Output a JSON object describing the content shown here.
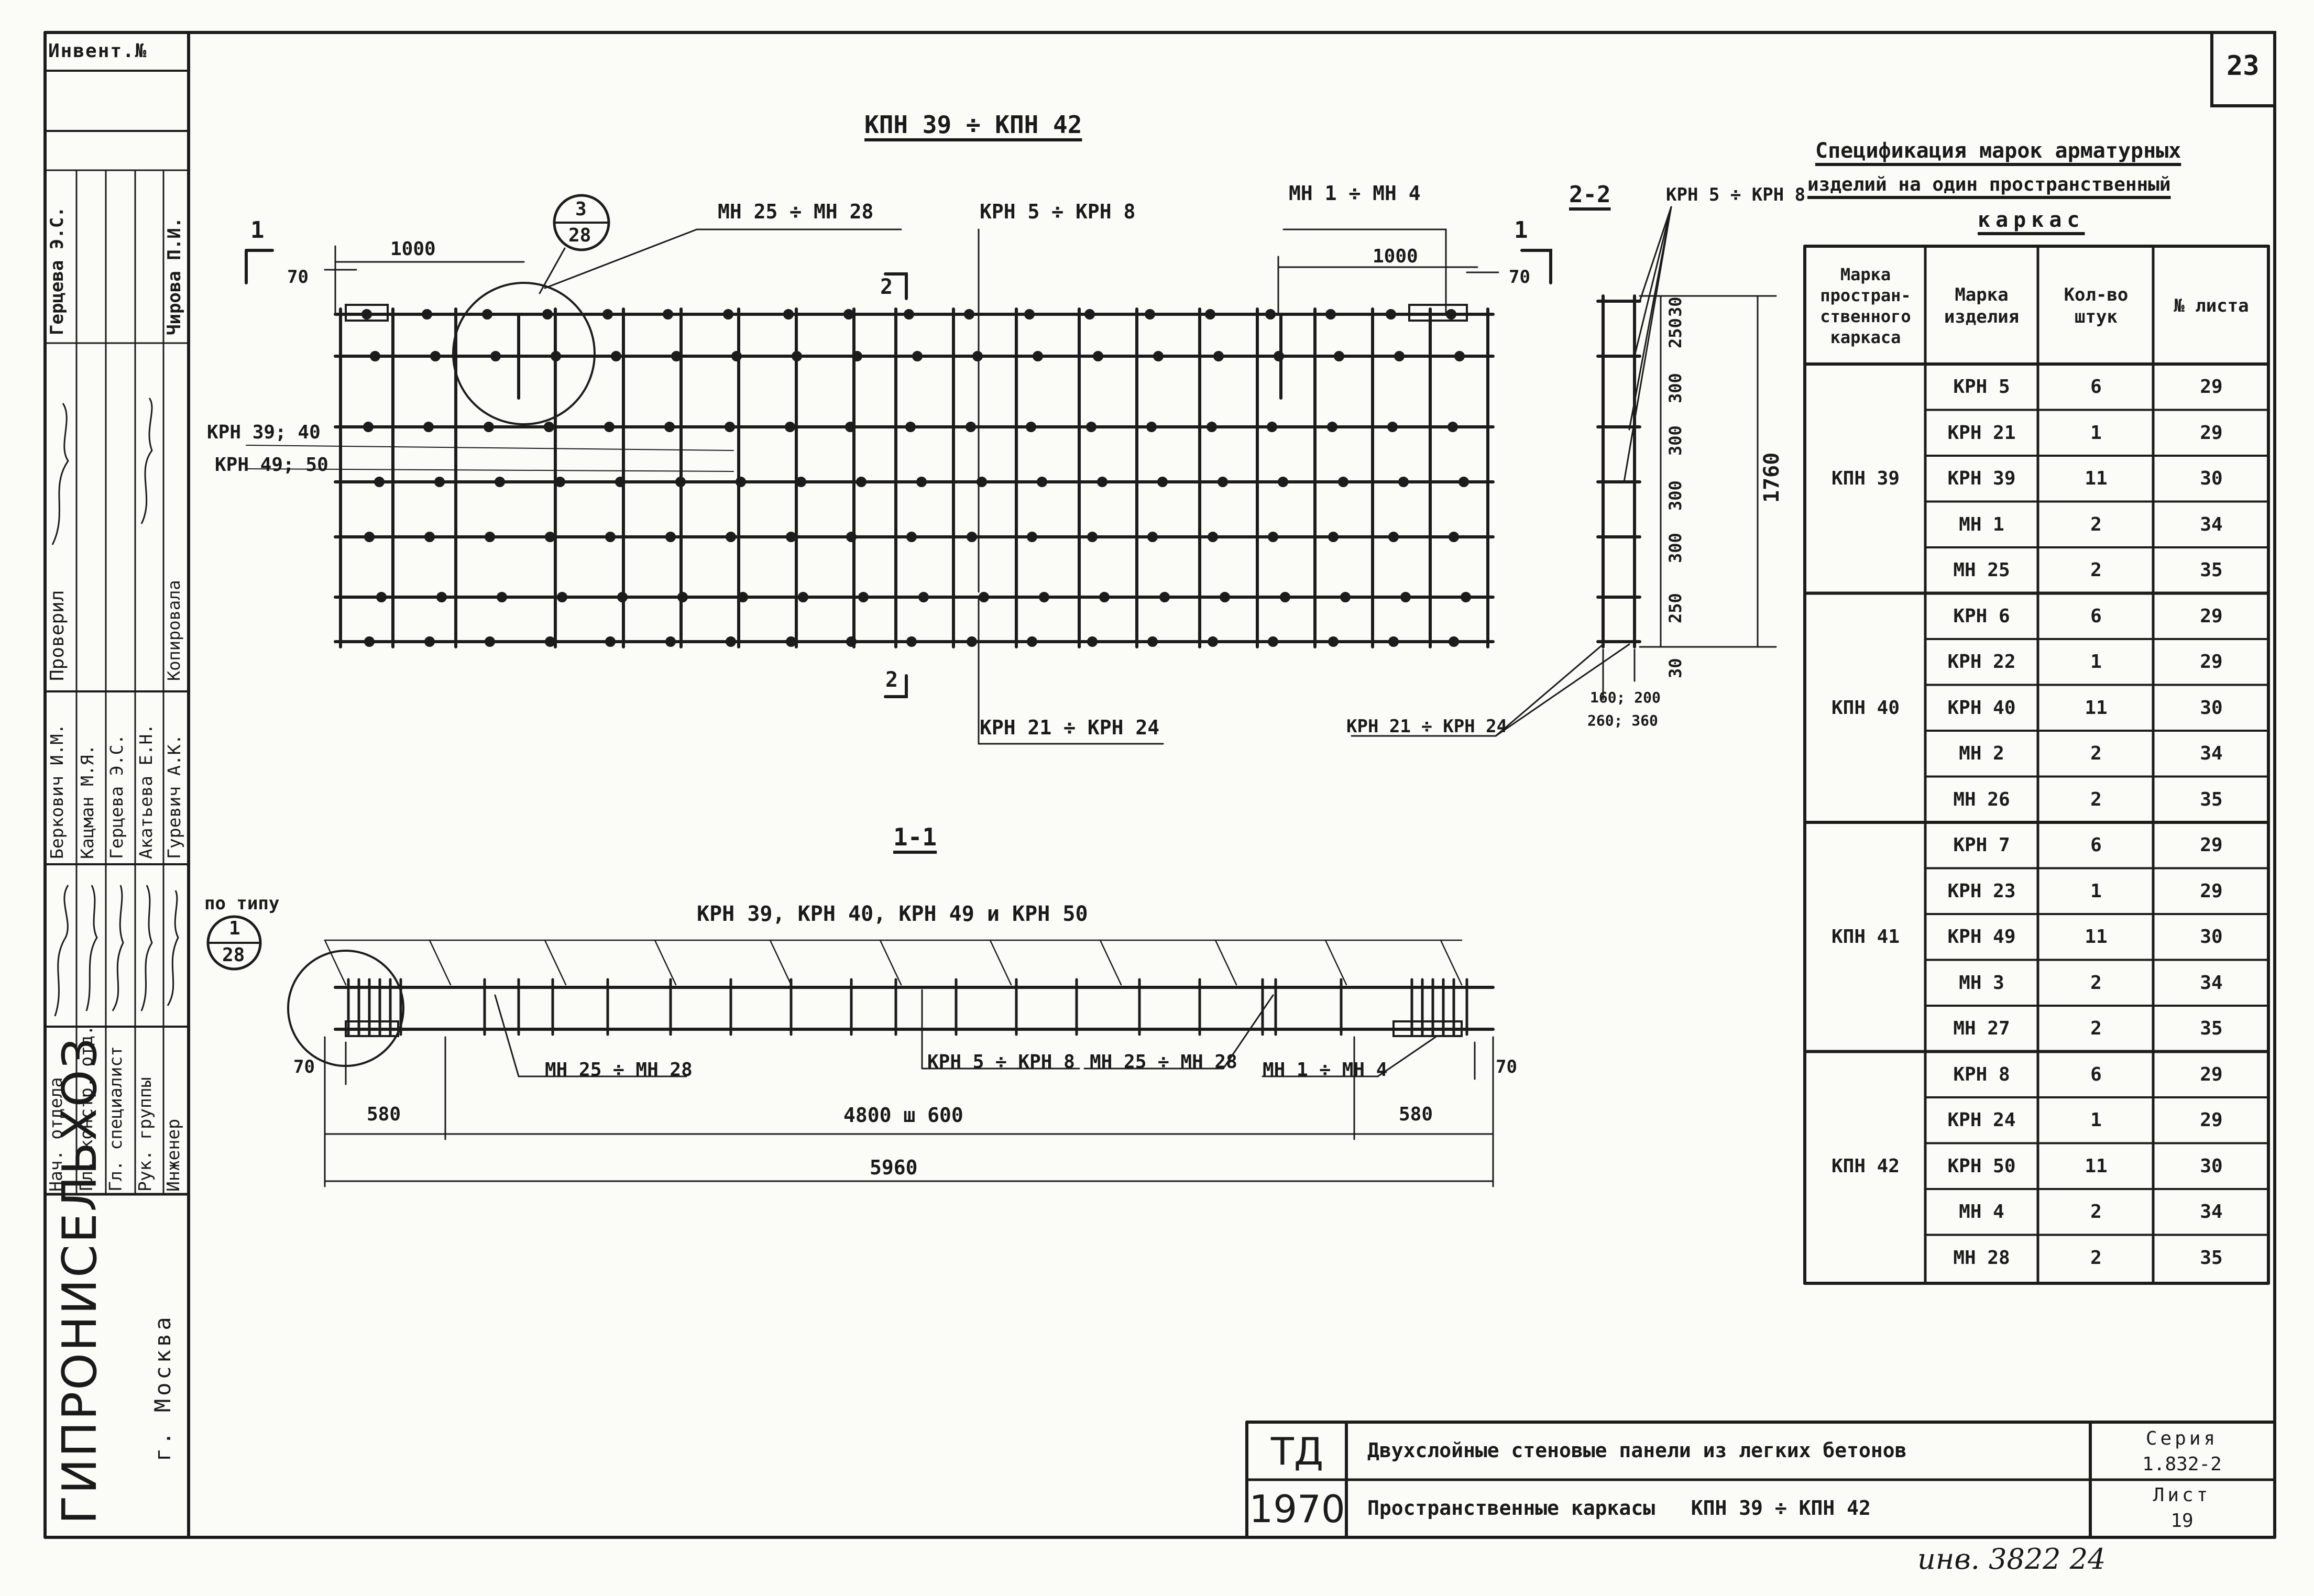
{
  "sheet_number": "23",
  "left_strip": {
    "inv_label": "Инвент.№",
    "roles": [
      "Нач. отдела",
      "Гл. констр. отд.",
      "Гл. специалист",
      "Рук. группы",
      "Инженер"
    ],
    "names": [
      "Беркович И.М.",
      "Кацман М.Я.",
      "Герцева Э.С.",
      "Акатьева Е.Н.",
      "Гуревич А.К."
    ],
    "checked_label": "Проверил",
    "copied_label": "Копировала",
    "checker1": "Герцева Э.С.",
    "checker2": "Чирова П.И.",
    "org": "ГИПРОНИСЕЛЬХОЗ",
    "city": "г. Москва"
  },
  "plan": {
    "title": "КПН 39 ÷ КПН 42",
    "callout_top": "МН 25 ÷ МН 28",
    "callout_mid": "КРН 5 ÷ КРН 8",
    "callout_right": "МН 1 ÷ МН 4",
    "callout_bottom": "КРН 21 ÷ КРН 24",
    "left_label1": "КРН 39; 40",
    "left_label2": "КРН 49; 50",
    "dim_left": "1000",
    "dim_right": "1000",
    "dim_70": "70",
    "bubble_num": "3",
    "bubble_den": "28",
    "sec1": "1",
    "sec2": "2"
  },
  "section22": {
    "title": "2-2",
    "top_label": "КРН 5 ÷ КРН 8",
    "bottom_label": "КРН 21 ÷ КРН 24",
    "dims": [
      "30",
      "250",
      "300",
      "300",
      "300",
      "300",
      "250",
      "30"
    ],
    "total": "1760",
    "width1": "160; 200",
    "width2": "260; 360"
  },
  "section11": {
    "title": "1-1",
    "top_label": "КРН 39, КРН 40, КРН 49 и КРН 50",
    "type_label": "по типу",
    "bubble_num": "1",
    "bubble_den": "28",
    "lbl_mn_a": "МН 25 ÷ МН 28",
    "lbl_krn": "КРН 5 ÷ КРН 8",
    "lbl_mn_b": "МН 25 ÷ МН 28",
    "lbl_mn_c": "МН 1 ÷ МН 4",
    "dim_70a": "70",
    "dim_70b": "70",
    "dim_580a": "580",
    "dim_mid": "4800 ш 600",
    "dim_580b": "580",
    "dim_total": "5960"
  },
  "spec": {
    "title1": "Спецификация марок арматурных",
    "title2": "изделий на один пространственный",
    "title3": "каркас",
    "headers": [
      "Марка простран-ственного каркаса",
      "Марка изделия",
      "Кол-во штук",
      "№ листа"
    ],
    "groups": [
      {
        "frame": "КПН 39",
        "rows": [
          [
            "КРН 5",
            "6",
            "29"
          ],
          [
            "КРН 21",
            "1",
            "29"
          ],
          [
            "КРН 39",
            "11",
            "30"
          ],
          [
            "МН 1",
            "2",
            "34"
          ],
          [
            "МН 25",
            "2",
            "35"
          ]
        ]
      },
      {
        "frame": "КПН 40",
        "rows": [
          [
            "КРН 6",
            "6",
            "29"
          ],
          [
            "КРН 22",
            "1",
            "29"
          ],
          [
            "КРН 40",
            "11",
            "30"
          ],
          [
            "МН 2",
            "2",
            "34"
          ],
          [
            "МН 26",
            "2",
            "35"
          ]
        ]
      },
      {
        "frame": "КПН 41",
        "rows": [
          [
            "КРН 7",
            "6",
            "29"
          ],
          [
            "КРН 23",
            "1",
            "29"
          ],
          [
            "КРН 49",
            "11",
            "30"
          ],
          [
            "МН 3",
            "2",
            "34"
          ],
          [
            "МН 27",
            "2",
            "35"
          ]
        ]
      },
      {
        "frame": "КПН 42",
        "rows": [
          [
            "КРН 8",
            "6",
            "29"
          ],
          [
            "КРН 24",
            "1",
            "29"
          ],
          [
            "КРН 50",
            "11",
            "30"
          ],
          [
            "МН 4",
            "2",
            "34"
          ],
          [
            "МН 28",
            "2",
            "35"
          ]
        ]
      }
    ]
  },
  "title_block": {
    "td": "ТД",
    "year": "1970",
    "line1": "Двухслойные стеновые панели из легких бетонов",
    "line2": "Пространственные каркасы   КПН 39 ÷ КПН 42",
    "series_label": "Серия",
    "series_value": "1.832-2",
    "sheet_label": "Лист",
    "sheet_value": "19"
  },
  "footer_note": "инв. 3822 24"
}
